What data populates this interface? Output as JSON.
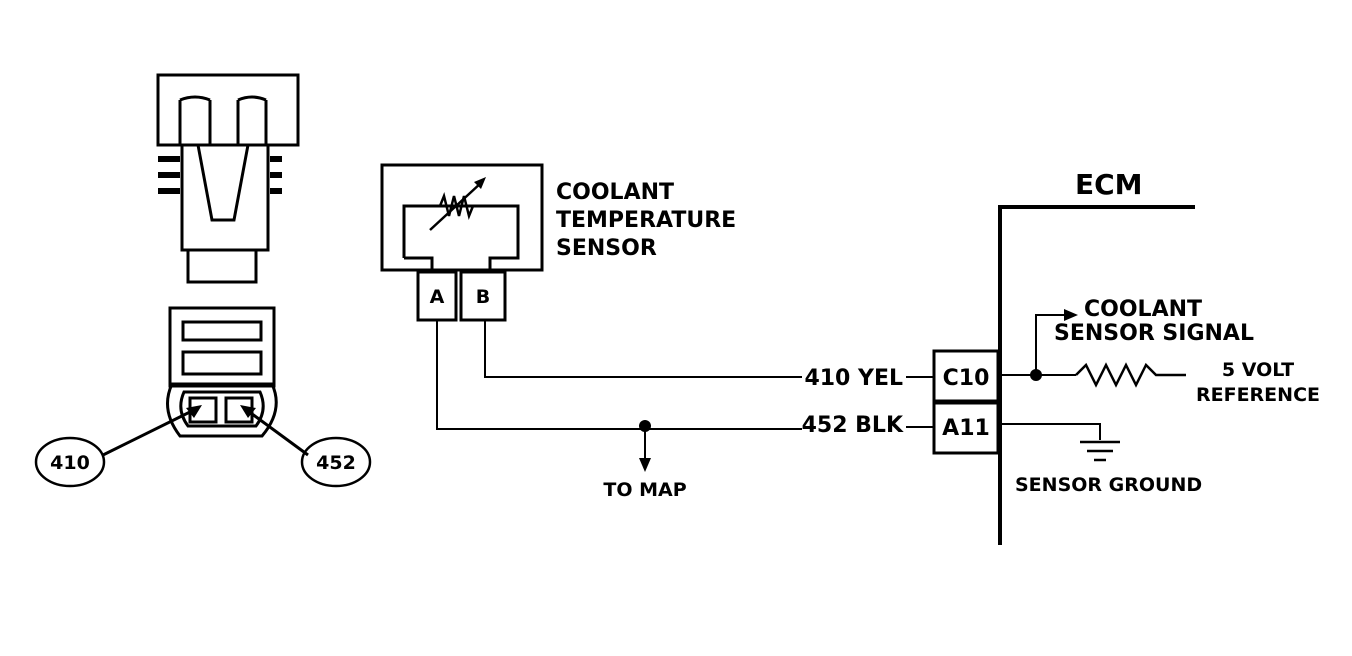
{
  "diagram": {
    "ecm_label": "ECM",
    "sensor": {
      "name_line1": "COOLANT",
      "name_line2": "TEMPERATURE",
      "name_line3": "SENSOR",
      "pin_a": "A",
      "pin_b": "B"
    },
    "connector_callouts": {
      "left": "410",
      "right": "452"
    },
    "wires": [
      {
        "label": "410 YEL",
        "ecm_pin": "C10"
      },
      {
        "label": "452 BLK",
        "ecm_pin": "A11"
      }
    ],
    "signal_label_line1": "COOLANT",
    "signal_label_line2": "SENSOR SIGNAL",
    "reference_line1": "5 VOLT",
    "reference_line2": "REFERENCE",
    "ground_label": "SENSOR GROUND",
    "map_label": "TO MAP",
    "colors": {
      "ink": "#000000",
      "background": "#ffffff"
    }
  }
}
